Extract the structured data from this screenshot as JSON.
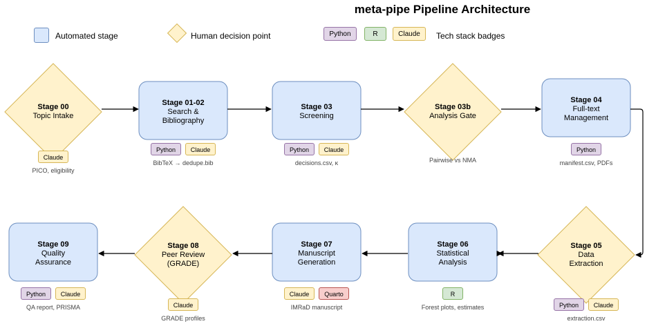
{
  "title": "meta-pipe Pipeline Architecture",
  "legend": {
    "automated": "Automated stage",
    "decision": "Human decision point",
    "tech": "Tech stack badges",
    "badges": [
      "Python",
      "R",
      "Claude"
    ]
  },
  "colors": {
    "automated_fill": "#dae8fc",
    "automated_stroke": "#6c8ebf",
    "decision_fill": "#fff2cc",
    "decision_stroke": "#d6b656",
    "python": "#e1d5e7",
    "r": "#d5e8d4",
    "claude": "#fff2cc",
    "quarto": "#f8cecc"
  },
  "stages": [
    {
      "name": "Stage 00",
      "desc": "Topic Intake",
      "kind": "decision",
      "badges": [
        "Claude"
      ],
      "output": "PICO, eligibility"
    },
    {
      "name": "Stage 01-02",
      "desc": "Search &\nBibliography",
      "kind": "automated",
      "badges": [
        "Python",
        "Claude"
      ],
      "output": "BibTeX → dedupe.bib"
    },
    {
      "name": "Stage 03",
      "desc": "Screening",
      "kind": "automated",
      "badges": [
        "Python",
        "Claude"
      ],
      "output": "decisions.csv, κ"
    },
    {
      "name": "Stage 03b",
      "desc": "Analysis Gate",
      "kind": "decision",
      "badges": [],
      "output": "Pairwise vs NMA"
    },
    {
      "name": "Stage 04",
      "desc": "Full-text\nManagement",
      "kind": "automated",
      "badges": [
        "Python"
      ],
      "output": "manifest.csv, PDFs"
    },
    {
      "name": "Stage 05",
      "desc": "Data\nExtraction",
      "kind": "decision",
      "badges": [
        "Python",
        "Claude"
      ],
      "output": "extraction.csv"
    },
    {
      "name": "Stage 06",
      "desc": "Statistical\nAnalysis",
      "kind": "automated",
      "badges": [
        "R"
      ],
      "output": "Forest plots, estimates"
    },
    {
      "name": "Stage 07",
      "desc": "Manuscript\nGeneration",
      "kind": "automated",
      "badges": [
        "Claude",
        "Quarto"
      ],
      "output": "IMRaD manuscript"
    },
    {
      "name": "Stage 08",
      "desc": "Peer Review\n(GRADE)",
      "kind": "decision",
      "badges": [
        "Claude"
      ],
      "output": "GRADE profiles"
    },
    {
      "name": "Stage 09",
      "desc": "Quality\nAssurance",
      "kind": "automated",
      "badges": [
        "Python",
        "Claude"
      ],
      "output": "QA report, PRISMA"
    }
  ]
}
